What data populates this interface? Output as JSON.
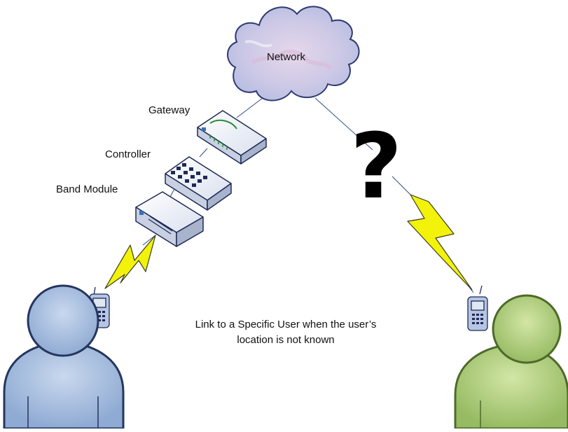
{
  "labels": {
    "network": "Network",
    "gateway": "Gateway",
    "controller": "Controller",
    "band_module": "Band Module",
    "question_mark": "?"
  },
  "caption": {
    "line1": "Link to a Specific User when the user’s",
    "line2": "location is not known"
  },
  "colors": {
    "cloud_fill": "#c5c9e6",
    "cloud_stroke": "#2f3a73",
    "user_left": "#9fb9dd",
    "user_right": "#a9c97a",
    "lightning": "#f2f20a",
    "device_fill": "#e9edf5",
    "device_stroke": "#1e2a55"
  },
  "icons": {
    "cloud": "network-cloud-icon",
    "gateway": "gateway-device-icon",
    "controller": "controller-switch-icon",
    "band_module": "band-module-device-icon",
    "lightning": "lightning-bolt-icon",
    "phone": "mobile-phone-icon",
    "user": "user-silhouette-icon"
  }
}
